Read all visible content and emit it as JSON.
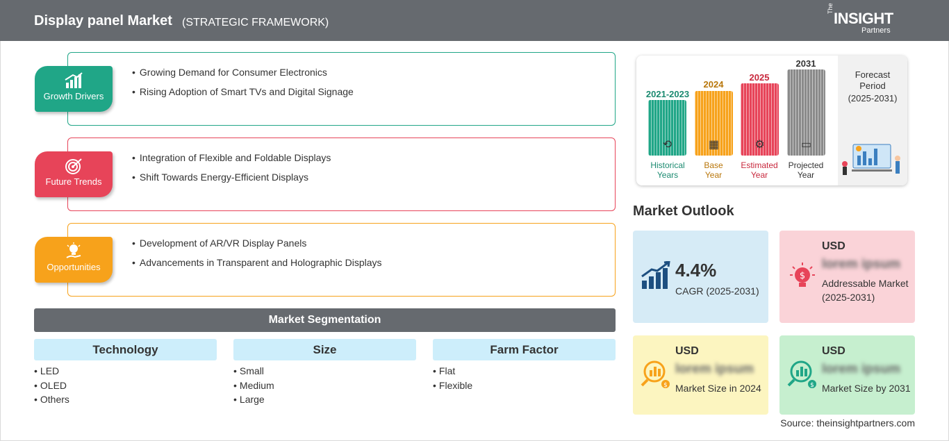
{
  "header": {
    "title": "Display panel Market",
    "subtitle": "(STRATEGIC FRAMEWORK)",
    "logo": {
      "the": "The",
      "insight": "INSIGHT",
      "partners": "Partners"
    }
  },
  "framework": [
    {
      "label": "Growth Drivers",
      "icon": "chart-growth-icon",
      "color": "#20a687",
      "items": [
        "Growing Demand for Consumer Electronics",
        "Rising Adoption of Smart TVs and Digital Signage"
      ]
    },
    {
      "label": "Future Trends",
      "icon": "target-icon",
      "color": "#e74459",
      "items": [
        "Integration of Flexible and Foldable Displays",
        "Shift Towards Energy-Efficient Displays"
      ]
    },
    {
      "label": "Opportunities",
      "icon": "lightbulb-hand-icon",
      "color": "#f7a21b",
      "items": [
        "Development of AR/VR Display Panels",
        "Advancements in Transparent and Holographic Displays"
      ]
    }
  ],
  "segmentation": {
    "title": "Market Segmentation",
    "columns": [
      {
        "head": "Technology",
        "items": [
          "LED",
          "OLED",
          "Others"
        ]
      },
      {
        "head": "Size",
        "items": [
          "Small",
          "Medium",
          "Large"
        ]
      },
      {
        "head": "Farm Factor",
        "items": [
          "Flat",
          "Flexible"
        ]
      }
    ]
  },
  "timeline": {
    "years": [
      {
        "year": "2021-2023",
        "label1": "Historical",
        "label2": "Years",
        "color": "#20a687",
        "text_color": "#1b8a70"
      },
      {
        "year": "2024",
        "label1": "Base",
        "label2": "Year",
        "color": "#f7a21b",
        "text_color": "#b8760a"
      },
      {
        "year": "2025",
        "label1": "Estimated",
        "label2": "Year",
        "color": "#e74459",
        "text_color": "#c8283d"
      },
      {
        "year": "2031",
        "label1": "Projected",
        "label2": "Year",
        "color": "#8a8a8a",
        "text_color": "#333333"
      }
    ],
    "forecast": {
      "line1": "Forecast",
      "line2": "Period",
      "line3": "(2025-2031)"
    }
  },
  "outlook": {
    "title": "Market Outlook",
    "cagr": {
      "value": "4.4%",
      "label": "CAGR (2025-2031)",
      "bg": "#d6ebf6"
    },
    "addressable": {
      "usd": "USD",
      "value": "lorem ipsum",
      "label": "Addressable Market (2025-2031)",
      "bg": "#fad3d8"
    },
    "size_2024": {
      "usd": "USD",
      "value": "lorem ipsum",
      "label": "Market Size in 2024",
      "bg": "#fcf5c0"
    },
    "size_2031": {
      "usd": "USD",
      "value": "lorem ipsum",
      "label": "Market Size by 2031",
      "bg": "#c6efcf"
    }
  },
  "source": "Source: theinsightpartners.com"
}
